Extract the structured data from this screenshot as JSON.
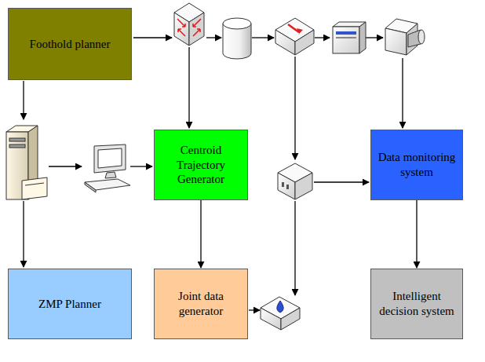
{
  "diagram": {
    "nodes": [
      {
        "text": [
          "Foothold planner"
        ]
      },
      {
        "text": [
          "Centroid Trajectory Generator"
        ]
      },
      {
        "text": [
          "Data monitoring system"
        ]
      },
      {
        "text": [
          "ZMP Planner"
        ]
      },
      {
        "text": [
          "Joint data generator"
        ]
      },
      {
        "text": [
          "Intelligent decision system"
        ]
      }
    ],
    "edges": [
      {
        "from": 1,
        "to": 4,
        "arrow": "to"
      },
      {
        "from": 2,
        "to": 5,
        "arrow": "to"
      }
    ]
  }
}
